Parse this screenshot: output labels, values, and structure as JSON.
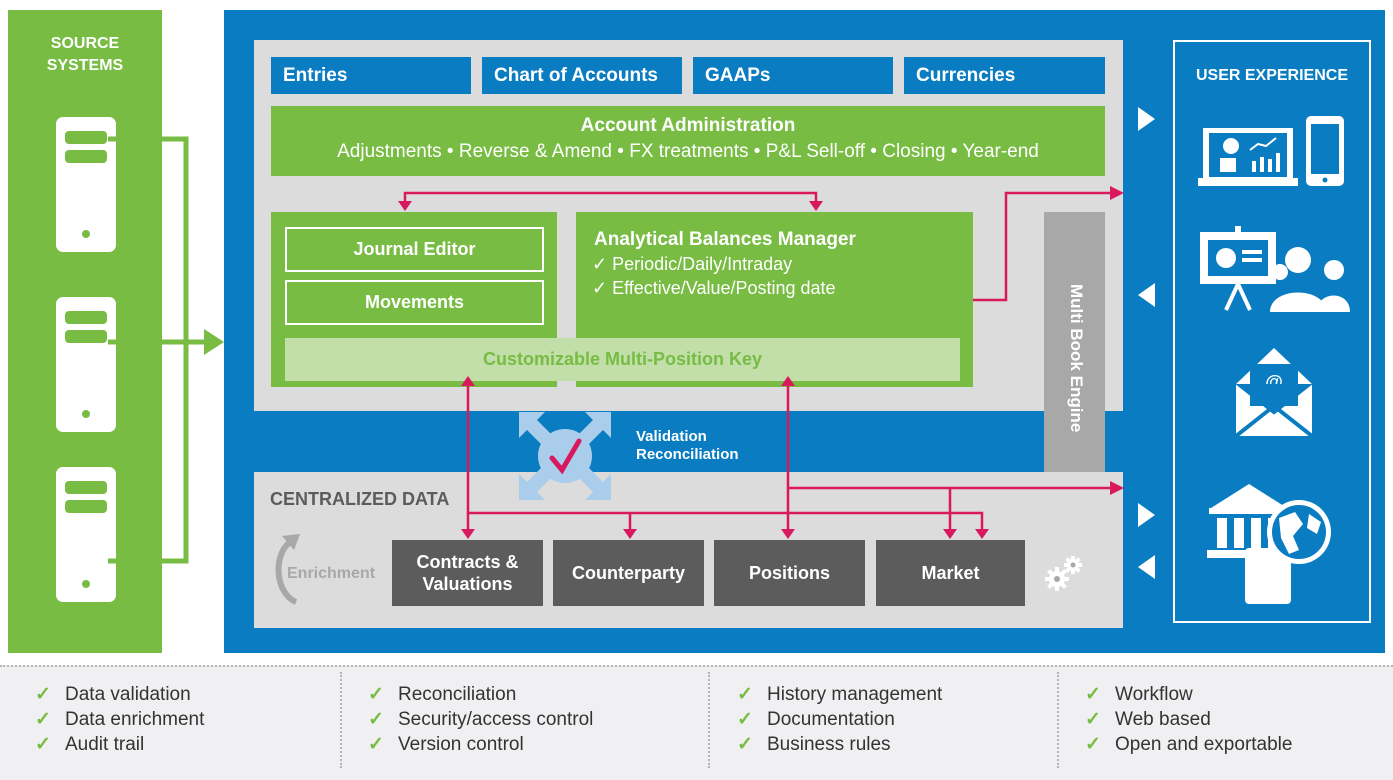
{
  "source": {
    "title_line1": "SOURCE",
    "title_line2": "SYSTEMS"
  },
  "top_bar": [
    "Entries",
    "Chart of Accounts",
    "GAAPs",
    "Currencies"
  ],
  "account_admin": {
    "title": "Account Administration",
    "subtitle": "Adjustments • Reverse & Amend • FX treatments • P&L Sell-off • Closing • Year-end"
  },
  "journal_editor": "Journal Editor",
  "movements": "Movements",
  "balances": {
    "title": "Analytical Balances Manager",
    "line1": "✓ Periodic/Daily/Intraday",
    "line2": "✓ Effective/Value/Posting date"
  },
  "position_key": "Customizable Multi-Position Key",
  "validation": {
    "line1": "Validation",
    "line2": "Reconciliation"
  },
  "centralized": {
    "title": "CENTRALIZED DATA",
    "enrichment": "Enrichment",
    "boxes": [
      "Contracts & Valuations",
      "Counterparty",
      "Positions",
      "Market"
    ]
  },
  "multi_book": "Multi Book Engine",
  "user_experience": "USER EXPERIENCE",
  "features": [
    [
      "Data validation",
      "Data enrichment",
      "Audit trail"
    ],
    [
      "Reconciliation",
      "Security/access control",
      "Version control"
    ],
    [
      "History management",
      "Documentation",
      "Business rules"
    ],
    [
      "Workflow",
      "Web based",
      "Open and exportable"
    ]
  ],
  "colors": {
    "green": "#78bc43",
    "blue": "#0a7cc1",
    "light_grey": "#dcdcdc",
    "dark_grey": "#5c5c5c",
    "magenta": "#d8195e"
  }
}
